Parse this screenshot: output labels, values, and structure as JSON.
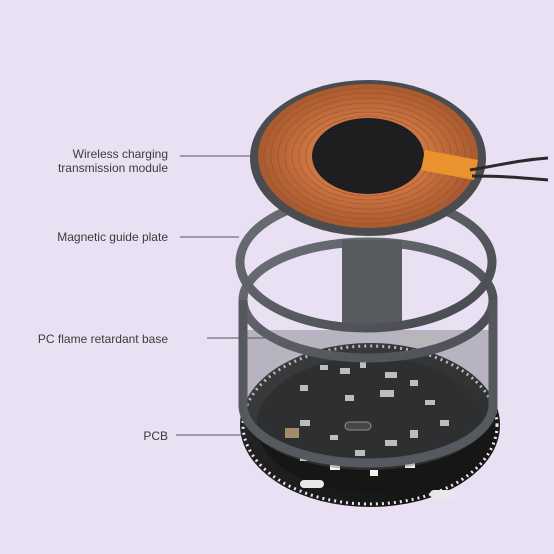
{
  "labels": {
    "wireless_line1": "Wireless charging",
    "wireless_line2": "transmission module",
    "magnetic": "Magnetic guide plate",
    "pc_base": "PC flame retardant base",
    "pcb": "PCB"
  },
  "colors": {
    "background": "#e9e0f3",
    "copper": "#c9733f",
    "ring_gray": "#5a5d62",
    "pcb_black": "#1c1c1c",
    "label_text": "#3b3b3b"
  }
}
